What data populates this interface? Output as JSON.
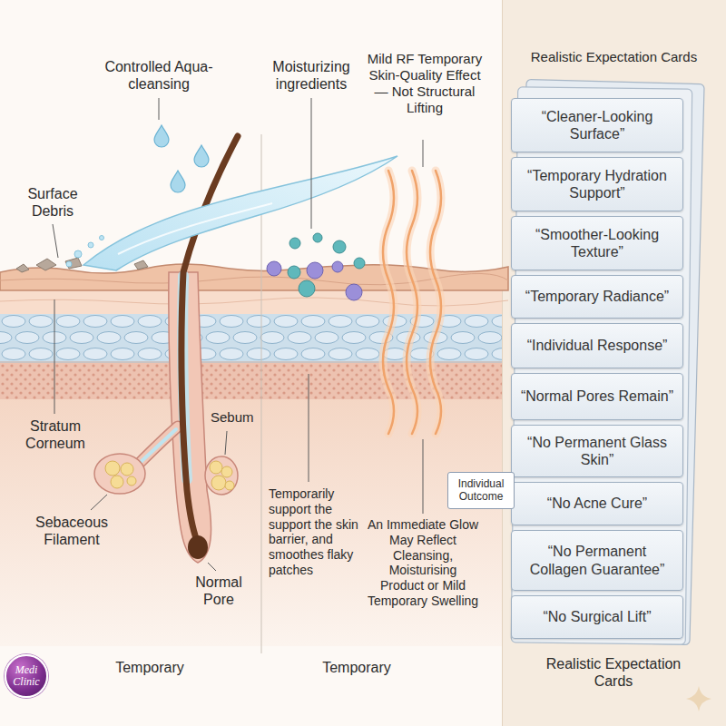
{
  "diagram": {
    "nodes": [
      {
        "text": [
          "Realistic Expectation Cards",
          "Realistic Expectation Cards"
        ]
      },
      {
        "text": [
          "“Cleaner-Looking Surface”"
        ],
        "in": 0
      },
      {
        "text": [
          "“Temporary Hydration Support”"
        ],
        "in": 0
      },
      {
        "text": [
          "“Smoother-Looking Texture”"
        ],
        "in": 0
      },
      {
        "text": [
          "“Temporary Radiance”"
        ],
        "in": 0
      },
      {
        "text": [
          "“Individual Response”"
        ],
        "in": 0
      },
      {
        "text": [
          "“Normal Pores Remain”"
        ],
        "in": 0
      },
      {
        "text": [
          "“No Permanent Glass Skin”"
        ],
        "in": 0
      },
      {
        "text": [
          "“No Acne Cure”"
        ],
        "in": 0
      },
      {
        "text": [
          "“No Permanent Collagen Guarantee”"
        ],
        "in": 0
      },
      {
        "text": [
          "“No Surgical Lift”"
        ],
        "in": 0
      },
      {
        "text": [
          "Individual Outcome"
        ]
      },
      {
        "text": [
          "Medi Clinic"
        ]
      }
    ],
    "labels": [
      "Controlled Aqua-cleansing",
      "Moisturizing ingredients",
      "Mild RF Temporary Skin-Quality Effect — Not Structural Lifting",
      "Surface Debris",
      "Stratum Corneum",
      "Sebum",
      "Sebaceous Filament",
      "Normal Pore",
      "Temporarily support the support the skin barrier, and smoothes flaky patches",
      "An Immediate Glow May Reflect Cleansing, Moisturising Product or Mild Temporary Swelling",
      "Temporary",
      "Temporary"
    ]
  }
}
